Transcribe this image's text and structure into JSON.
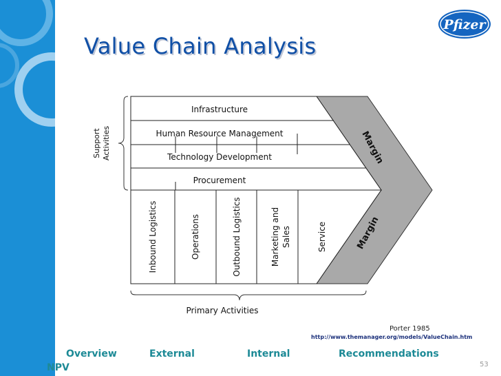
{
  "slide": {
    "title": "Value Chain Analysis",
    "page_number": "53",
    "logo_text": "Pfizer"
  },
  "diagram": {
    "support_label_line1": "Support",
    "support_label_line2": "Activities",
    "support_activities": [
      "Infrastructure",
      "Human Resource Management",
      "Technology Development",
      "Procurement"
    ],
    "primary_activities": [
      "Inbound Logistics",
      "Operations",
      "Outbound Logistics",
      "Marketing and",
      "Sales",
      "Service"
    ],
    "primary_label": "Primary Activities",
    "margin_top": "Margin",
    "margin_bottom": "Margin"
  },
  "source": {
    "porter": "Porter 1985",
    "url": "http://www.themanager.org/models/ValueChain.htm"
  },
  "nav": {
    "overview": "Overview",
    "external": "External",
    "internal": "Internal",
    "recommendations": "Recommendations",
    "npv": "NPV"
  }
}
